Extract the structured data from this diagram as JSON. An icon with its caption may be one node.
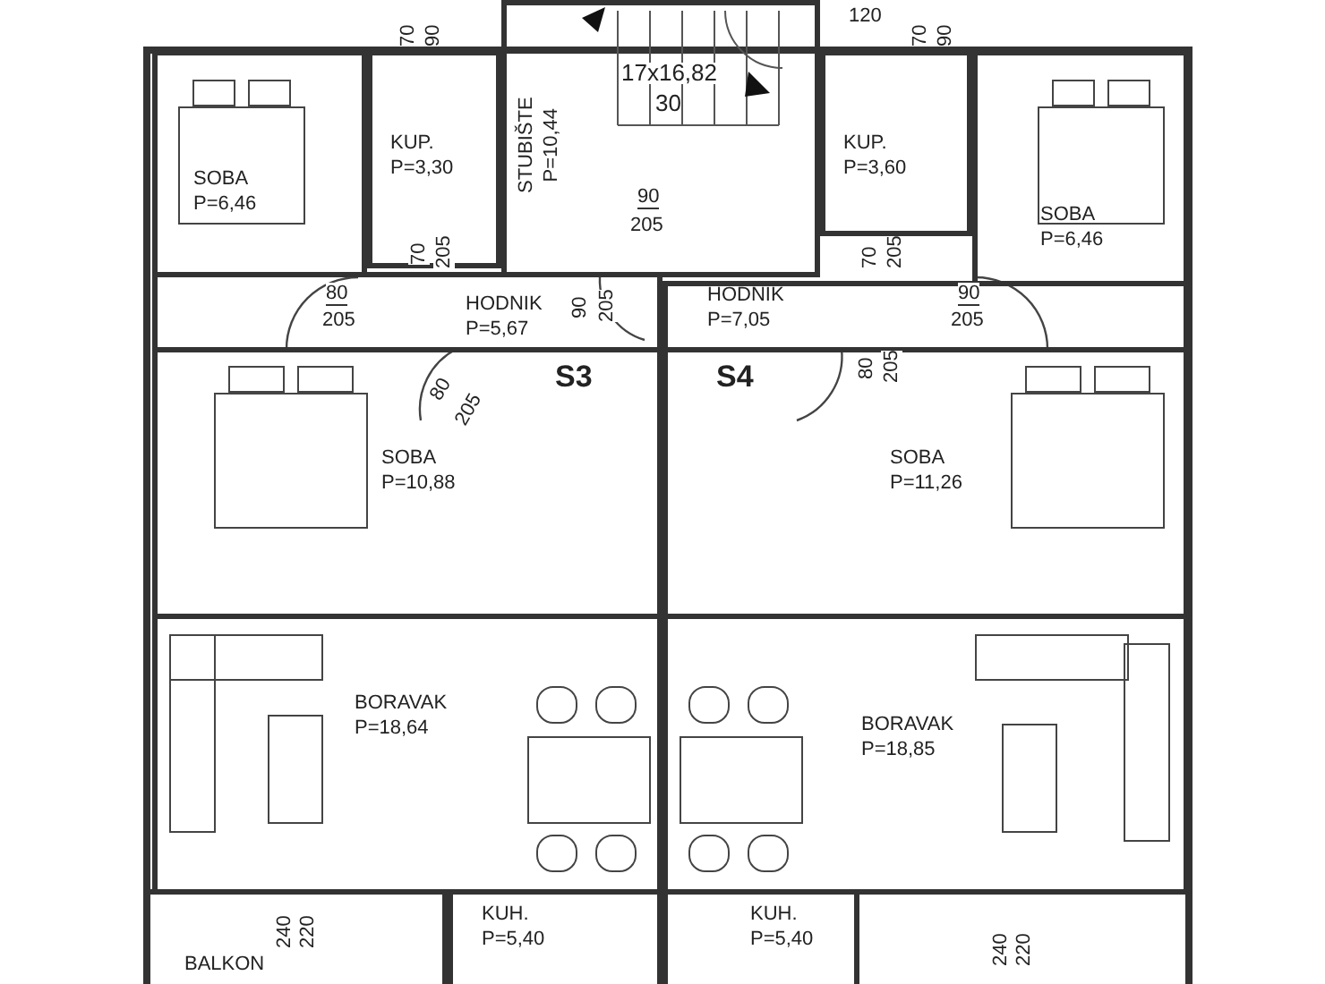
{
  "diagram": {
    "nodes": [
      {
        "text": [
          "SOBA",
          "P=6,46"
        ]
      },
      {
        "text": [
          "KUP.",
          "P=3,30"
        ]
      },
      {
        "text": [
          "STUBIŠTE",
          "P=10,44"
        ]
      },
      {
        "text": [
          "KUP.",
          "P=3,60"
        ]
      },
      {
        "text": [
          "SOBA",
          "P=6,46"
        ]
      },
      {
        "text": [
          "HODNIK",
          "P=5,67"
        ]
      },
      {
        "text": [
          "HODNIK",
          "P=7,05"
        ]
      },
      {
        "text": [
          "SOBA",
          "P=10,88"
        ]
      },
      {
        "text": [
          "SOBA",
          "P=11,26"
        ]
      },
      {
        "text": [
          "BORAVAK",
          "P=18,64"
        ]
      },
      {
        "text": [
          "BORAVAK",
          "P=18,85"
        ]
      },
      {
        "text": [
          "BALKON"
        ]
      },
      {
        "text": [
          "KUH.",
          "P=5,40"
        ]
      },
      {
        "text": [
          "KUH.",
          "P=5,40"
        ]
      }
    ],
    "labels": [
      "70",
      "90",
      "120",
      "70",
      "90",
      "17x16,82",
      "30",
      "90",
      "205",
      "70",
      "205",
      "70",
      "205",
      "80",
      "205",
      "90",
      "205",
      "90",
      "205",
      "80",
      "205",
      "S3",
      "S4",
      "80",
      "205",
      "240",
      "220",
      "240",
      "220"
    ]
  }
}
